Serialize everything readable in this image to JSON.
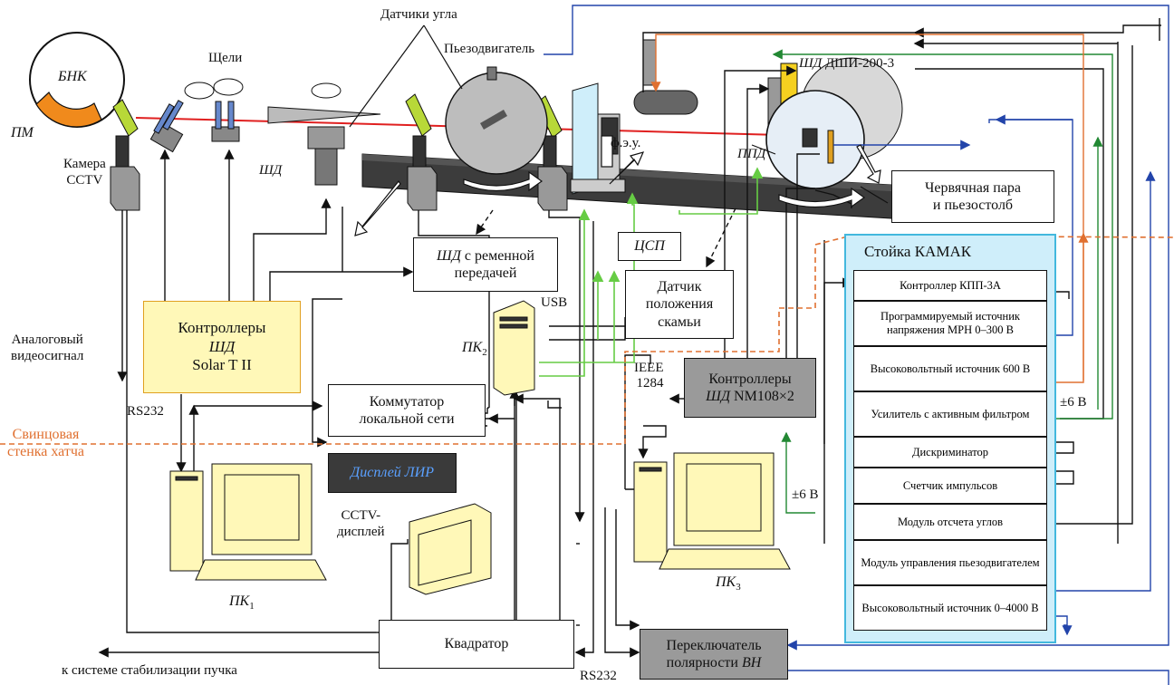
{
  "labels": {
    "bnk": "БНК",
    "pm": "ПМ",
    "slits": "Щели",
    "angle_sensors": "Датчики угла",
    "piezo_motor": "Пьезодвигатель",
    "sd": "ШД",
    "sd_dshi": "ШД",
    "dshi": "ДШИ-200-3",
    "camera_line1": "Камера",
    "camera_line2": "CCTV",
    "feu": "ф.э.у.",
    "ppd": "ППД",
    "analog_line1": "Аналоговый",
    "analog_line2": "видеосигнал",
    "rs232_left": "RS232",
    "rs232_bottom": "RS232",
    "usb": "USB",
    "ieee_line1": "IEEE",
    "ieee_line2": "1284",
    "pk1": "ПК",
    "pk1_sub": "1",
    "pk2": "ПК",
    "pk2_sub": "2",
    "pk3": "ПК",
    "pk3_sub": "3",
    "lead_wall_line1": "Свинцовая",
    "lead_wall_line2": "стенка хатча",
    "cctv_display_line1": "CCTV-",
    "cctv_display_line2": "дисплей",
    "pm6v_right": "±6 В",
    "pm6v_left": "±6 В",
    "to_stab": "к системе стабилизации пучка"
  },
  "boxes": {
    "worm_line1": "Червячная пара",
    "worm_line2": "и пьезостолб",
    "sd_belt_italic": "ШД",
    "sd_belt_line1": " с ременной",
    "sd_belt_line2": "передачей",
    "csp": "ЦСП",
    "bench_line1": "Датчик",
    "bench_line2": "положения",
    "bench_line3": "скамьи",
    "ctrl_solar_line1": "Контроллеры",
    "ctrl_solar_line2": "ШД",
    "ctrl_solar_line3": "Solar T II",
    "switch_line1": "Коммутатор",
    "switch_line2": "локальной сети",
    "lir_display": "Дисплей",
    "lir_italic": "ЛИР",
    "ctrl_nm_line1": "Контроллеры",
    "ctrl_nm_italic": "ШД",
    "ctrl_nm_rest": " NM108×2",
    "quadrator": "Квадратор",
    "polarity_line1": "Переключатель",
    "polarity_line2": "полярности",
    "polarity_italic": "ВН"
  },
  "camac": {
    "title": "Стойка КАМАК",
    "modules": [
      "Контроллер КПП-3А",
      "Программируемый источник напряжения МРН 0–300 В",
      "Высоковольтный источник 600 В",
      "Усилитель с активным фильтром",
      "Дискриминатор",
      "Счетчик импульсов",
      "Модуль отсчета углов",
      "Модуль управления пьезодвигателем",
      "Высоковольтный источник 0–4000 В"
    ]
  },
  "colors": {
    "beam": "#e02020",
    "wire": "#111111",
    "wire_blue": "#2244aa",
    "wire_green": "#228833",
    "wire_light_green": "#66cc44",
    "wire_orange": "#e07030",
    "controller_fill": "#fff8b8",
    "gray_fill": "#9a9a9a",
    "camac_fill": "#cfeefa"
  }
}
